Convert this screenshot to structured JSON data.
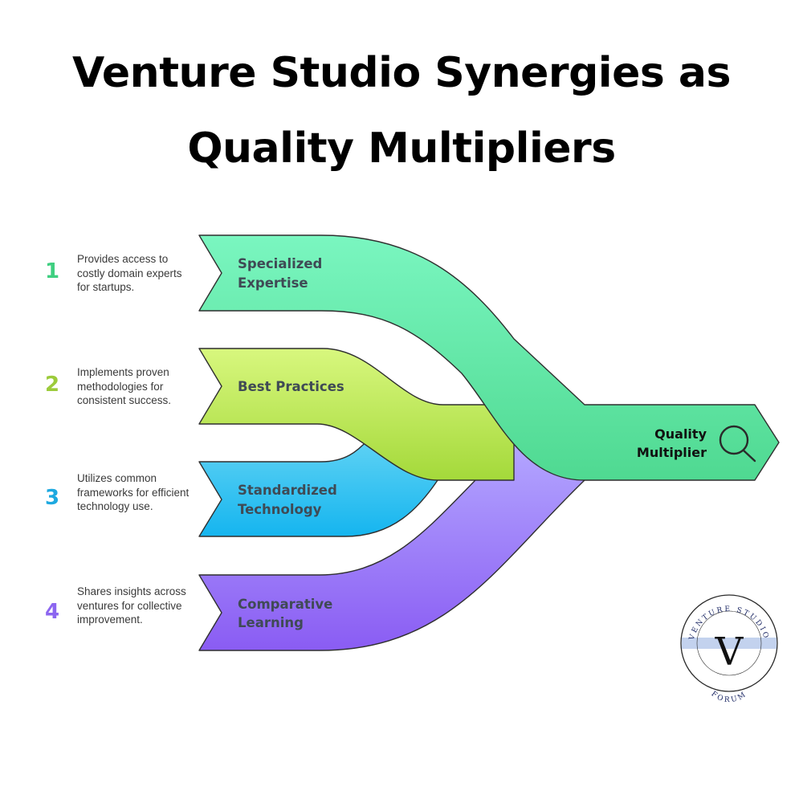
{
  "title": {
    "line1": "Venture Studio Synergies as",
    "line2": "Quality Multipliers"
  },
  "items": [
    {
      "number": "1",
      "label_line1": "Specialized",
      "label_line2": "Expertise",
      "description": "Provides access to costly domain experts for startups.",
      "color": "#3fcf80"
    },
    {
      "number": "2",
      "label_line1": "Best Practices",
      "label_line2": "",
      "description": "Implements proven methodologies for consistent success.",
      "color": "#9ccb3b"
    },
    {
      "number": "3",
      "label_line1": "Standardized",
      "label_line2": "Technology",
      "description": "Utilizes common frameworks for efficient technology use.",
      "color": "#1ea9e0"
    },
    {
      "number": "4",
      "label_line1": "Comparative",
      "label_line2": "Learning",
      "description": "Shares insights across ventures for collective improvement.",
      "color": "#8c66f0"
    }
  ],
  "output": {
    "label_line1": "Quality",
    "label_line2": "Multiplier",
    "icon": "magnifier-icon",
    "color": "#5fe39e"
  },
  "logo": {
    "letter": "V",
    "ring_top": "VENTURE STUDIO",
    "ring_bottom": "FORUM",
    "icon": "venture-studio-forum-logo"
  }
}
